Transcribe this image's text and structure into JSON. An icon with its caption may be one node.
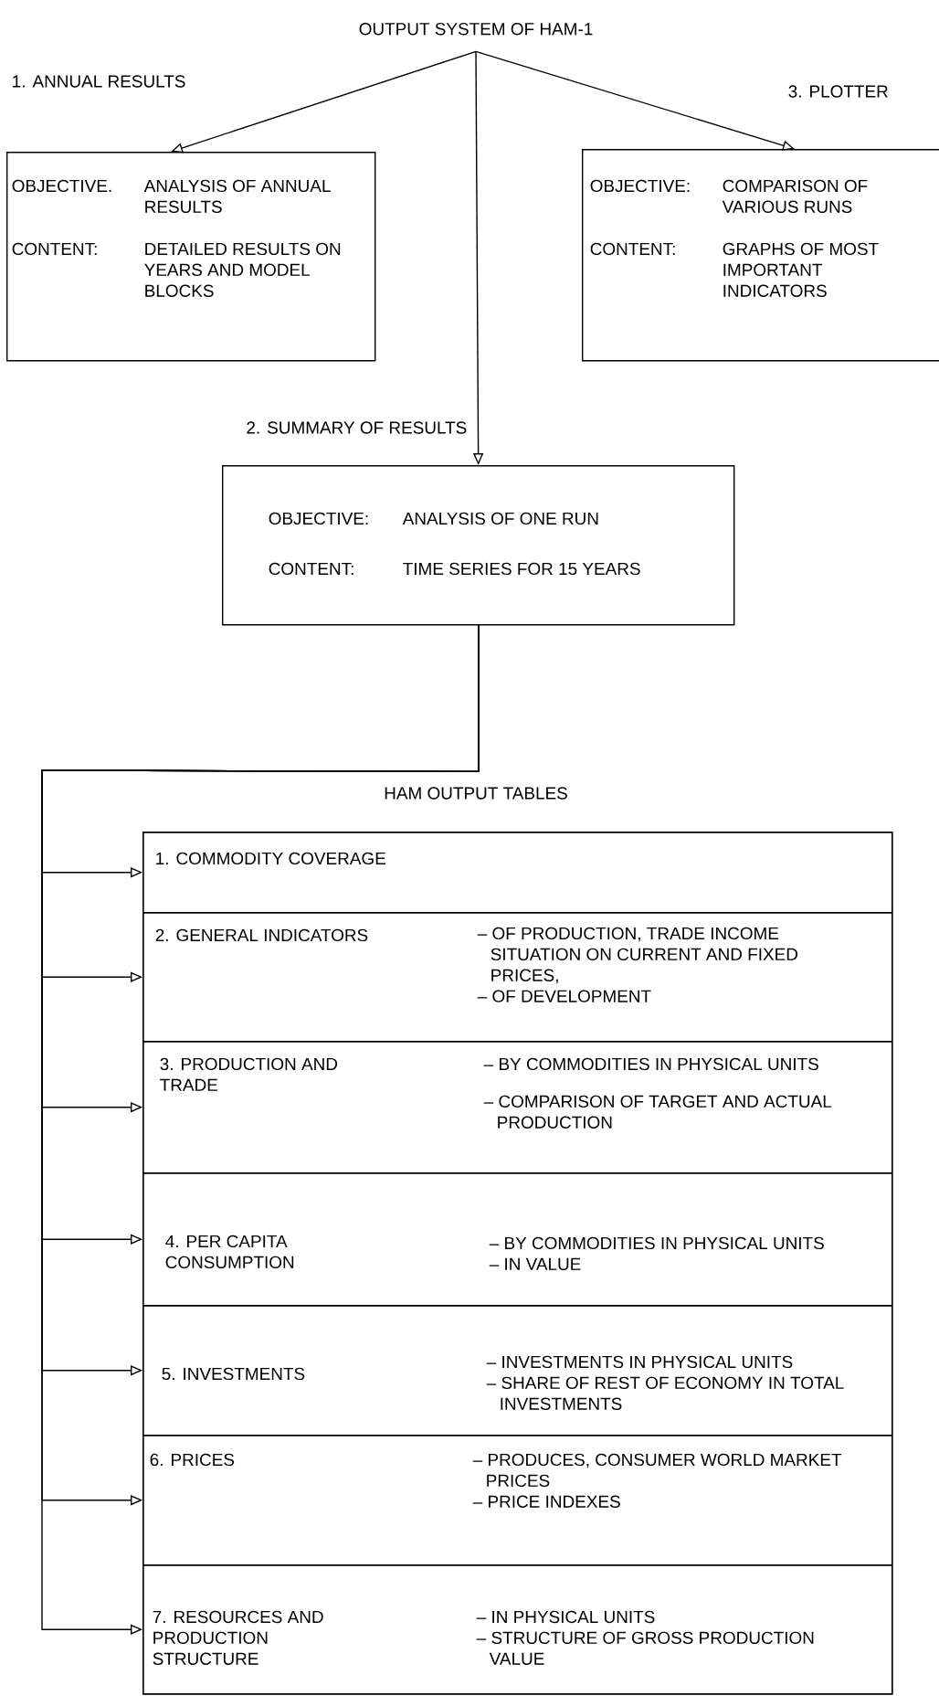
{
  "diagram": {
    "nodes": [
      {
        "text": [
          "OUTPUT SYSTEM OF HAM-1"
        ]
      },
      {
        "text": [
          "1. ANNUAL RESULTS",
          "OBJECTIVE.",
          "ANALYSIS OF ANNUAL RESULTS",
          "CONTENT:",
          "DETAILED RESULTS ON YEARS AND MODEL BLOCKS"
        ]
      },
      {
        "text": [
          "3. PLOTTER",
          "OBJECTIVE:",
          "COMPARISON OF VARIOUS RUNS",
          "CONTENT:",
          "GRAPHS OF MOST IMPORTANT INDICATORS"
        ]
      },
      {
        "text": [
          "2. SUMMARY OF RESULTS",
          "OBJECTIVE:",
          "ANALYSIS OF ONE RUN",
          "CONTENT:",
          "TIME SERIES FOR 15 YEARS"
        ]
      },
      {
        "text": [
          "HAM OUTPUT TABLES"
        ]
      },
      {
        "text": [
          "1. COMMODITY COVERAGE"
        ],
        "in": 4
      },
      {
        "text": [
          "2. GENERAL INDICATORS",
          "– OF PRODUCTION, TRADE INCOME SITUATION ON CURRENT AND FIXED PRICES,",
          "– OF DEVELOPMENT"
        ],
        "in": 4
      },
      {
        "text": [
          "3. PRODUCTION AND TRADE",
          "– BY COMMODITIES IN PHYSICAL UNITS",
          "– COMPARISON OF TARGET AND ACTUAL PRODUCTION"
        ],
        "in": 4
      },
      {
        "text": [
          "4. PER CAPITA CONSUMPTION",
          "– BY COMMODITIES IN PHYSICAL UNITS",
          "– IN VALUE"
        ],
        "in": 4
      },
      {
        "text": [
          "5. INVESTMENTS",
          "– INVESTMENTS IN PHYSICAL UNITS",
          "– SHARE OF REST OF ECONOMY IN TOTAL INVESTMENTS"
        ],
        "in": 4
      },
      {
        "text": [
          "6. PRICES",
          "– PRODUCES, CONSUMER WORLD MARKET PRICES",
          "– PRICE INDEXES"
        ],
        "in": 4
      },
      {
        "text": [
          "7. RESOURCES AND PRODUCTION STRUCTURE",
          "– IN PHYSICAL UNITS",
          "– STRUCTURE OF GROSS PRODUCTION VALUE"
        ],
        "in": 4
      }
    ],
    "edges": [
      {
        "from": 0,
        "to": 1,
        "arrow": "to"
      },
      {
        "from": 0,
        "to": 2,
        "arrow": "to"
      },
      {
        "from": 0,
        "to": 3,
        "arrow": "to"
      },
      {
        "from": 3,
        "to": 5,
        "arrow": "to"
      },
      {
        "from": 3,
        "to": 6,
        "arrow": "to"
      },
      {
        "from": 3,
        "to": 7,
        "arrow": "to"
      },
      {
        "from": 3,
        "to": 8,
        "arrow": "to"
      },
      {
        "from": 3,
        "to": 9,
        "arrow": "to"
      },
      {
        "from": 3,
        "to": 10,
        "arrow": "to"
      },
      {
        "from": 3,
        "to": 11,
        "arrow": "to"
      }
    ]
  }
}
